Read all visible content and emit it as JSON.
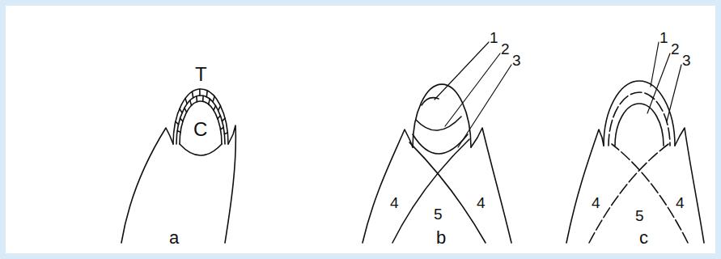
{
  "diagram": {
    "labels": [
      "T",
      "C",
      "1",
      "2",
      "3",
      "4",
      "4",
      "5",
      "1",
      "2",
      "3",
      "4",
      "4",
      "5",
      "a",
      "b",
      "c"
    ]
  }
}
